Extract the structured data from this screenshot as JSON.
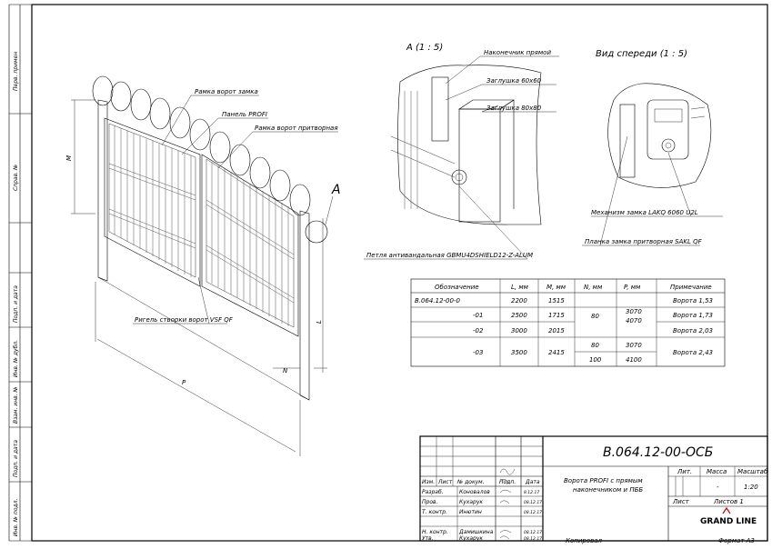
{
  "side_labels": [
    "Перв. примен",
    "Справ. №",
    "Подп. и дата",
    "Инв. № дубл.",
    "Взам. инв. №",
    "Подп. и дата",
    "Инв. № подл."
  ],
  "views": {
    "detail_a": "А (1 : 5)",
    "front": "Вид спереди (1 : 5)",
    "callout": "А"
  },
  "callouts": {
    "frame_lock": "Рамка ворот замка",
    "panel": "Панель PROFI",
    "frame_strike": "Рамка ворот притворная",
    "bolt": "Ригель створки ворот VSF QF",
    "tip": "Наконечник прямой",
    "cap60": "Заглушка 60х60",
    "cap80": "Заглушка 80х80",
    "hinge": "Петля антивандальная GBMU4DSHIELD12-Z-ALUM",
    "lock_mech": "Механизм замка LAKQ 6060 U2L",
    "lock_plate": "Планка замка притворная SAKL QF"
  },
  "dims": {
    "m": "М",
    "p": "Р",
    "l": "L",
    "n": "N"
  },
  "spec_table": {
    "headers": [
      "Обозначение",
      "L, мм",
      "M, мм",
      "N, мм",
      "P, мм",
      "Примечание"
    ],
    "rows": [
      [
        "В.064.12-00-0",
        "2200",
        "1515",
        "",
        "",
        "Ворота 1,53"
      ],
      [
        "-01",
        "2500",
        "1715",
        "",
        "",
        "Ворота 1,73"
      ],
      [
        "-02",
        "3000",
        "2015",
        "",
        "",
        "Ворота 2,03"
      ],
      [
        "-03",
        "3500",
        "2415",
        "",
        "",
        "Ворота 2,43"
      ]
    ],
    "merged_n_top": "80",
    "merged_p_top": [
      "3070",
      "4070"
    ],
    "n_03": [
      "80",
      "100"
    ],
    "p_03": [
      "3070",
      "4100"
    ]
  },
  "title_block": {
    "designation": "В.064.12-00-ОСБ",
    "title": [
      "Ворота PROFI с прямым",
      "наконечником и ПББ"
    ],
    "col_headers": [
      "Изм.",
      "Лист",
      "№ докум.",
      "Подп.",
      "Дата"
    ],
    "roles": [
      {
        "role": "Разраб.",
        "name": "Коновалов",
        "date": "8.12.17"
      },
      {
        "role": "Пров.",
        "name": "Кухарук",
        "date": "08.12.17"
      },
      {
        "role": "Т. контр.",
        "name": "Инютин",
        "date": "08.12.17"
      },
      {
        "role": "",
        "name": "",
        "date": ""
      },
      {
        "role": "Н. контр.",
        "name": "Дамишкина",
        "date": "08.12.17"
      },
      {
        "role": "Утв.",
        "name": "Кухарук",
        "date": "08.12.17"
      }
    ],
    "lit": "Лит.",
    "mass": "Масса",
    "scale": "Масштаб",
    "mass_value": "-",
    "scale_value": "1:20",
    "sheet": "Лист",
    "sheets": "Листов 1",
    "company": "GRAND LINE",
    "copied": "Копировал",
    "format": "Формат А3"
  }
}
